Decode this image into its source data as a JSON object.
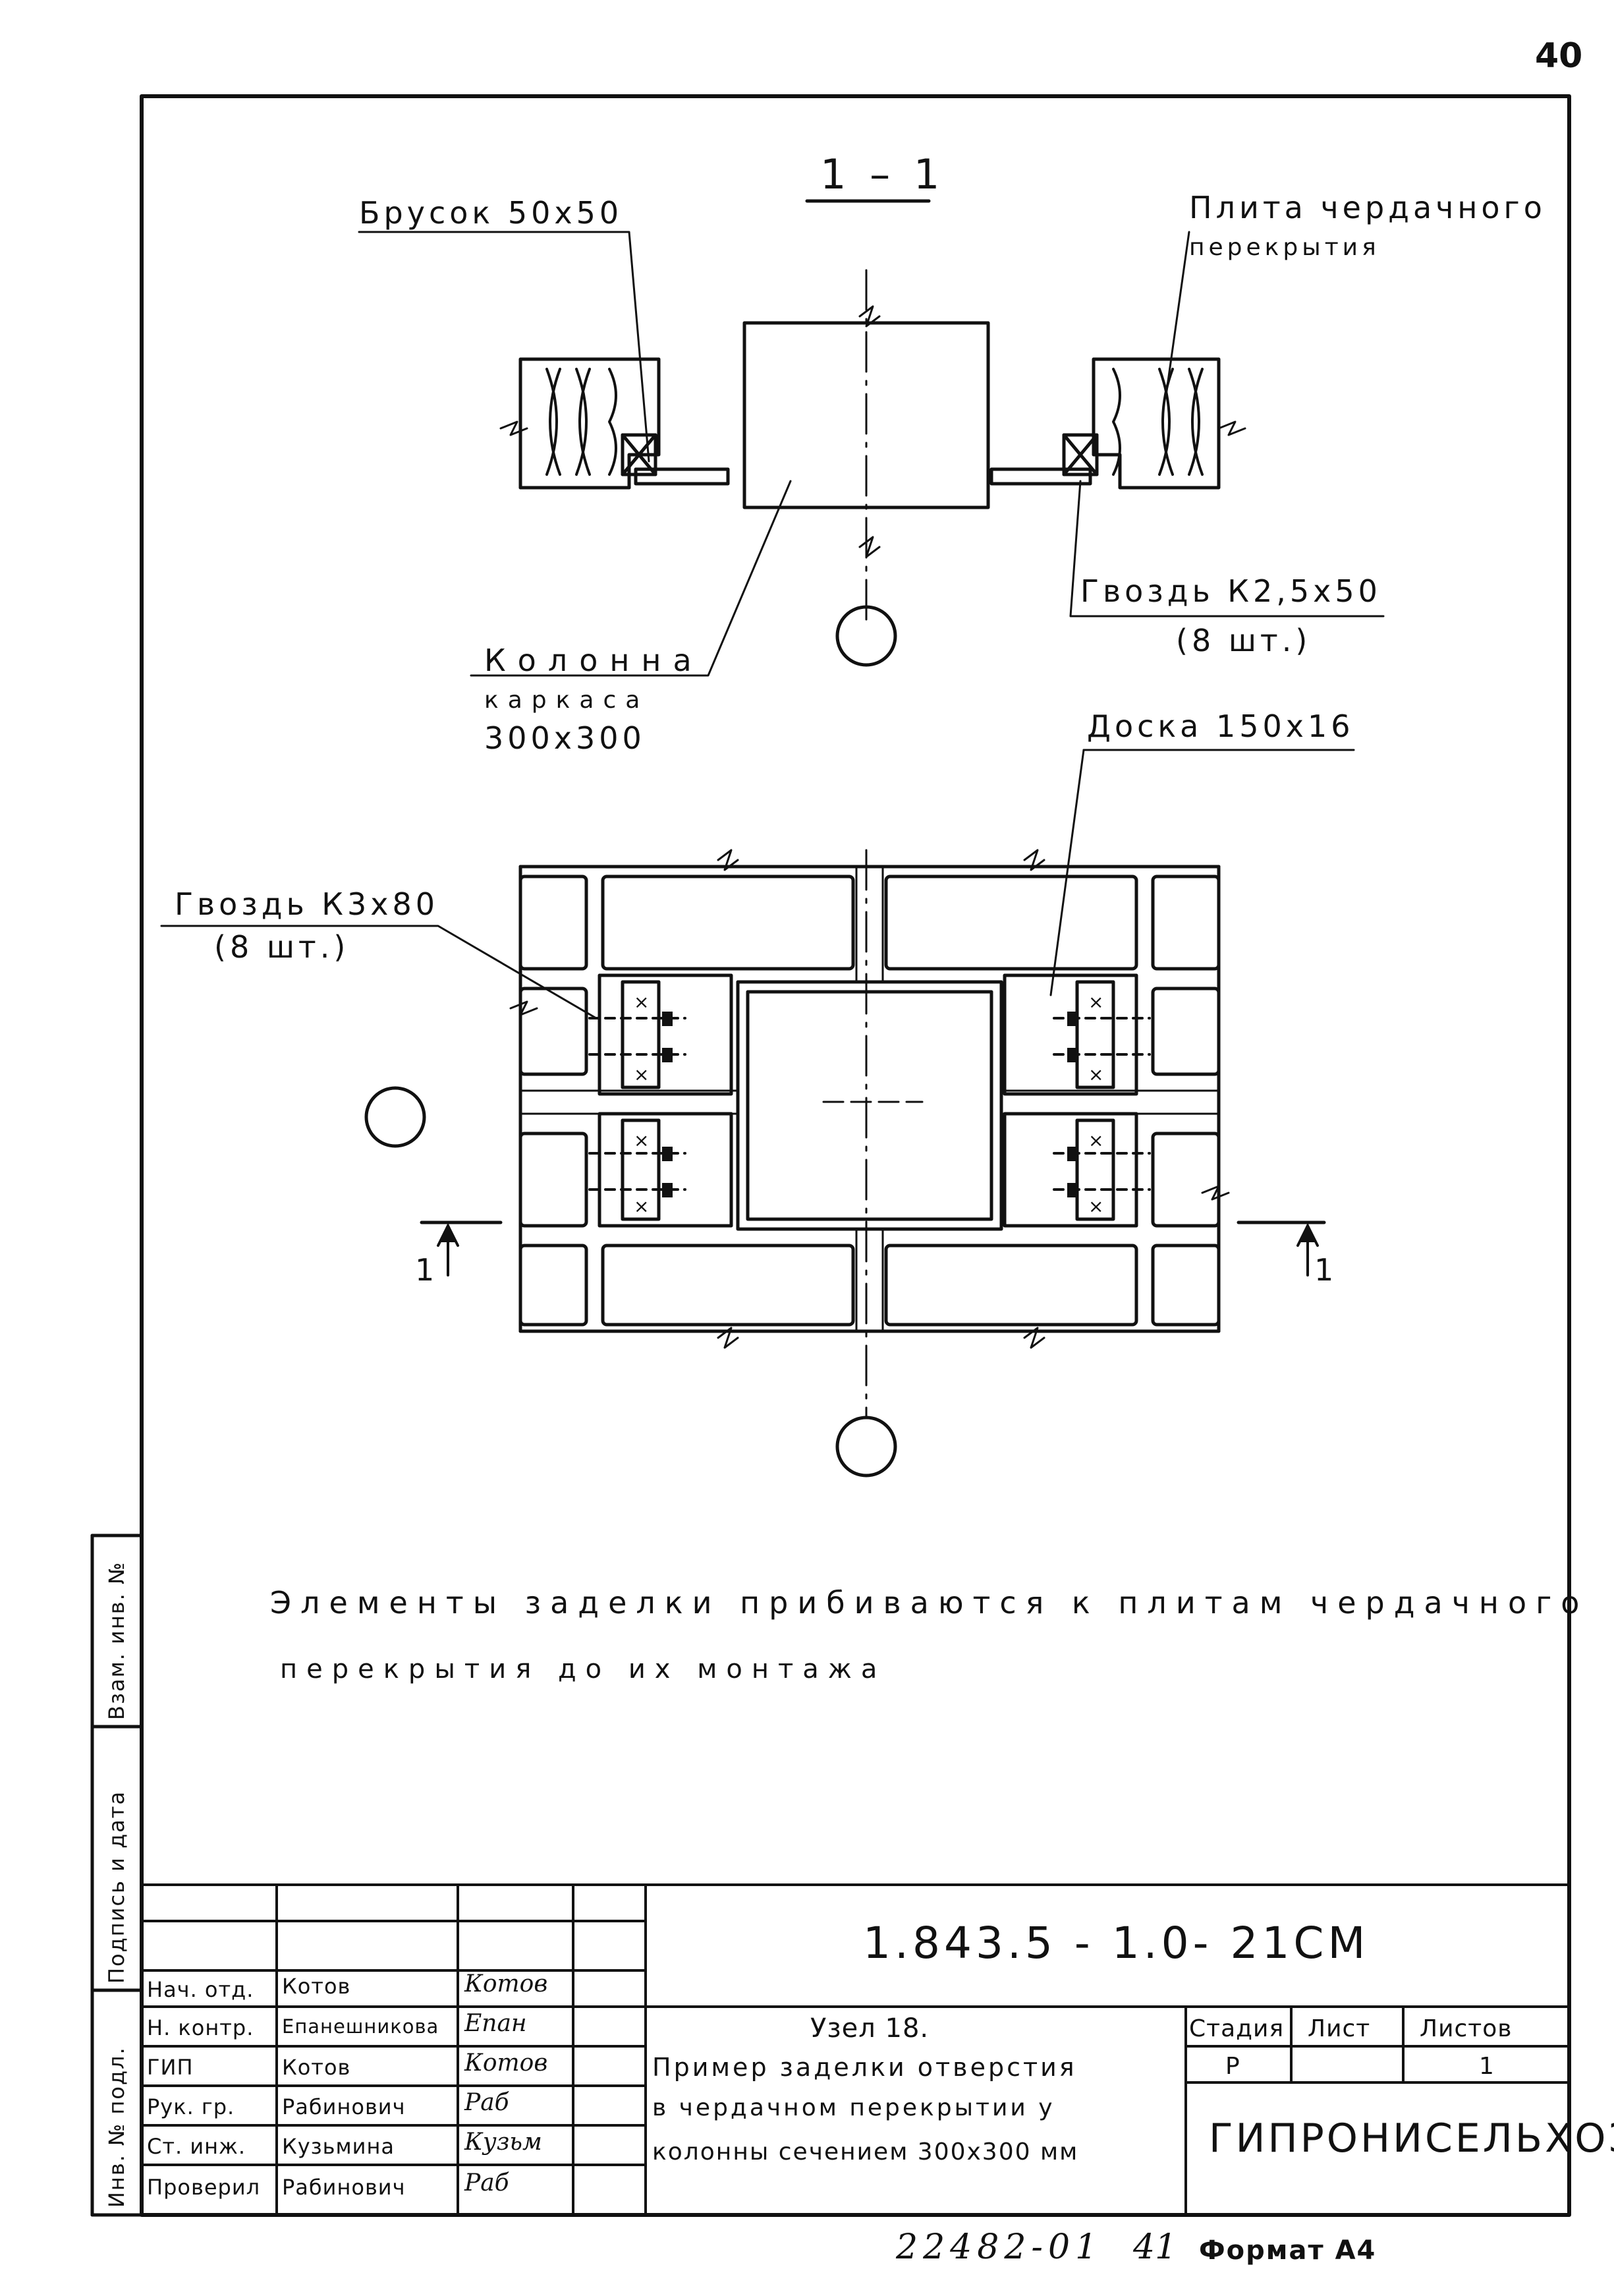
{
  "page_number": "40",
  "section_mark": "1 – 1",
  "labels": {
    "brusok": "Брусок 50х50",
    "plita_line1": "Плита чердачного",
    "plita_line2": "перекрытия",
    "gvozd_top": "Гвоздь К2,5х50",
    "gvozd_top_qty": "(8 шт.)",
    "kolonna_line1": "Колонна",
    "kolonna_line2": "каркаса",
    "kolonna_line3": "300х300",
    "doska": "Доска 150х16",
    "gvozd_plan": "Гвоздь К3х80",
    "gvozd_plan_qty": "(8 шт.)",
    "section_left": "1",
    "section_right": "1"
  },
  "note": {
    "line1": "Элементы заделки прибиваются к плитам чердачного",
    "line2": "перекрытия до их монтажа"
  },
  "side_stamp": {
    "inv_podl": "Инв. № подл.",
    "podpis_data": "Подпись и дата",
    "vzam_inv": "Взам. инв. №"
  },
  "title_block": {
    "doc_code": "1.843.5 - 1.0- 21СМ",
    "title_line1": "Узел 18.",
    "title_line2": "Пример заделки отверстия",
    "title_line3": "в чердачном перекрытии у",
    "title_line4": "колонны сечением 300х300 мм",
    "stage_header": "Стадия",
    "sheet_header": "Лист",
    "sheets_header": "Листов",
    "stage_value": "Р",
    "sheet_value": "",
    "sheets_value": "1",
    "organization": "ГИПРОНИСЕЛЬХОЗ",
    "roles": [
      {
        "role": "Нач. отд.",
        "name": "Котов",
        "sign": "Котов"
      },
      {
        "role": "Н. контр.",
        "name": "Епанешникова",
        "sign": "Епан"
      },
      {
        "role": "ГИП",
        "name": "Котов",
        "sign": "Котов"
      },
      {
        "role": "Рук. гр.",
        "name": "Рабинович",
        "sign": "Раб"
      },
      {
        "role": "Ст. инж.",
        "name": "Кузьмина",
        "sign": "Кузьм"
      },
      {
        "role": "Проверил",
        "name": "Рабинович",
        "sign": "Раб"
      }
    ]
  },
  "footer": {
    "archive_no": "22482-01",
    "sheet_mark": "41",
    "format": "Формат А4"
  }
}
